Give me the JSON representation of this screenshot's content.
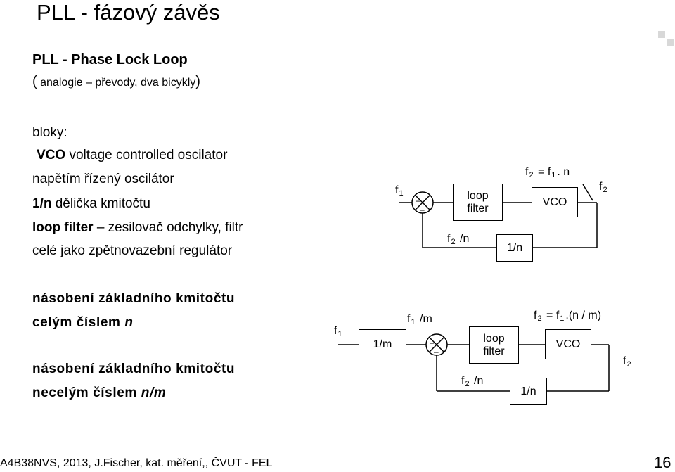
{
  "slide": {
    "tick_mark": "`",
    "title": "PLL - fázový závěs",
    "subtitle": "PLL - Phase Lock Loop",
    "analogy_open": "(",
    "analogy_text": " analogie – převody, dva bicykly",
    "analogy_close": ")",
    "blocks_heading": "bloky:",
    "vco_key": "VCO",
    "vco_desc": " voltage controlled oscilator",
    "vco_czech": "napětím řízený oscilátor",
    "div_key": "1/n",
    "div_desc": " dělička kmitočtu",
    "lf_key": "loop filter",
    "lf_desc": " – zesilovač odchylky, filtr",
    "whole_desc": "celé jako zpětnovazební regulátor",
    "mult_int_line1": "násobení základního kmitočtu",
    "mult_int_line2_a": "celým  číslem ",
    "mult_int_line2_b": "n",
    "mult_frac_line1": "násobení základního kmitočtu",
    "mult_frac_line2_a": "necelým  číslem ",
    "mult_frac_line2_b": "n/m"
  },
  "diagram1": {
    "f1_main": "f",
    "f1_sub": "1",
    "plus": "+",
    "minus": "–",
    "loop_filter_l1": "loop",
    "loop_filter_l2": "filter",
    "vco": "VCO",
    "divider": "1/n",
    "f2n_main": "f",
    "f2n_sub": "2",
    "f2n_rest": " /n",
    "eq_a": "f",
    "eq_a_sub": "2",
    "eq_b": " = f",
    "eq_b_sub": "1",
    "eq_c": ". n",
    "f2_main": "f",
    "f2_sub": "2"
  },
  "diagram2": {
    "f1_main": "f",
    "f1_sub": "1",
    "pre_divider": "1/m",
    "f1m_main": "f",
    "f1m_sub": "1",
    "f1m_rest": " /m",
    "plus": "+",
    "minus": "–",
    "loop_filter_l1": "loop",
    "loop_filter_l2": "filter",
    "vco": "VCO",
    "divider": "1/n",
    "f2n_main": "f",
    "f2n_sub": "2",
    "f2n_rest": " /n",
    "eq_a": "f",
    "eq_a_sub": "2",
    "eq_b": " = f",
    "eq_b_sub": "1",
    "eq_c": ".(n / m)",
    "f2_main": "f",
    "f2_sub": "2"
  },
  "footer": {
    "text": "A4B38NVS, 2013,   J.Fischer, kat. měření,, ČVUT - FEL",
    "page": "16"
  }
}
